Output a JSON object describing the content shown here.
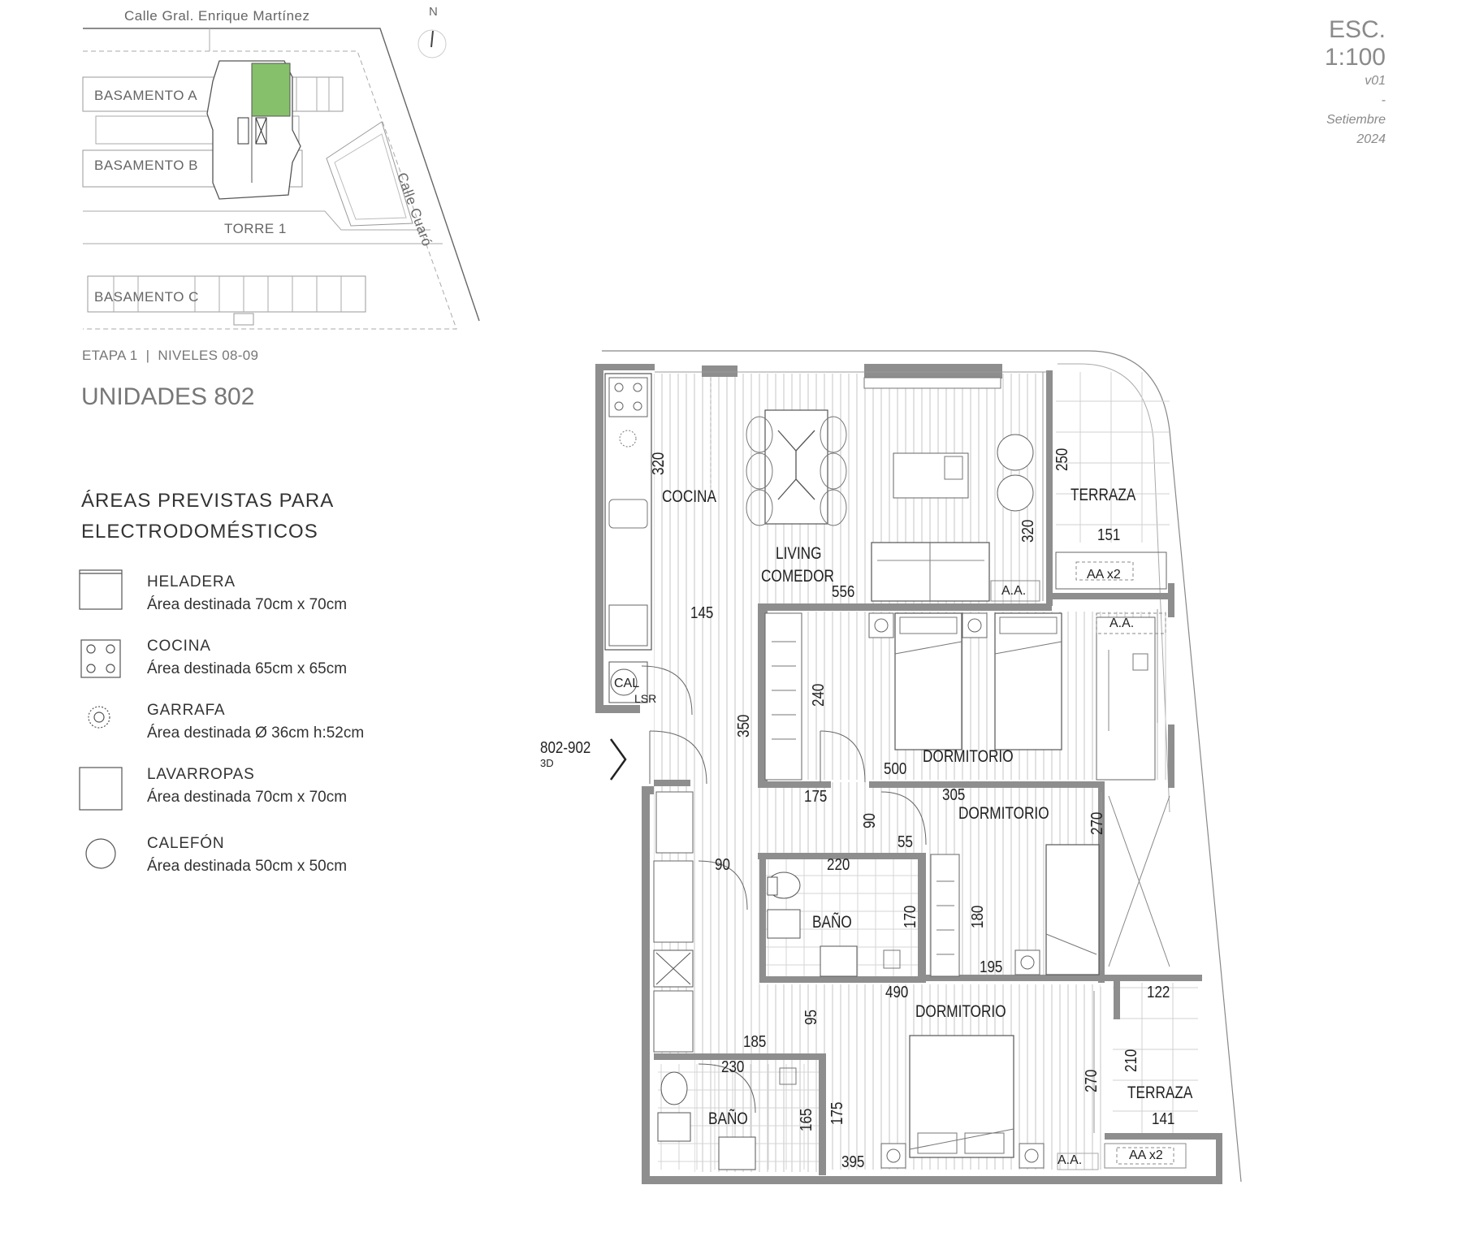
{
  "scale_block": {
    "label": "ESC.",
    "scale": "1:100",
    "version": "v01",
    "separator": "-",
    "month": "Setiembre",
    "year": "2024"
  },
  "site_map": {
    "street_top": "Calle Gral. Enrique Martínez",
    "street_side": "Calle Cuaró",
    "north": "N",
    "basamento_a": "BASAMENTO A",
    "basamento_b": "BASAMENTO B",
    "basamento_c": "BASAMENTO C",
    "torre": "TORRE 1",
    "highlight_color": "#86c06b"
  },
  "header": {
    "etapa": "ETAPA 1  |  NIVELES 08-09",
    "unidades": "UNIDADES 802"
  },
  "legend": {
    "title_line1": "ÁREAS PREVISTAS PARA",
    "title_line2": "ELECTRODOMÉSTICOS",
    "items": [
      {
        "name": "HELADERA",
        "desc": "Área destinada 70cm x 70cm",
        "icon": "fridge-icon"
      },
      {
        "name": "COCINA",
        "desc": "Área destinada 65cm x 65cm",
        "icon": "stove-icon"
      },
      {
        "name": "GARRAFA",
        "desc": "Área destinada Ø 36cm h:52cm",
        "icon": "gas-tank-icon"
      },
      {
        "name": "LAVARROPAS",
        "desc": "Área destinada 70cm x 70cm",
        "icon": "washer-icon"
      },
      {
        "name": "CALEFÓN",
        "desc": "Área destinada 50cm x 50cm",
        "icon": "water-heater-icon"
      }
    ]
  },
  "plan": {
    "entry_label": "802-902",
    "entry_sub": "3D",
    "rooms": {
      "cocina": "COCINA",
      "living_1": "LIVING",
      "living_2": "COMEDOR",
      "terraza_top": "TERRAZA",
      "dormitorio_1": "DORMITORIO",
      "dormitorio_2": "DORMITORIO",
      "dormitorio_3": "DORMITORIO",
      "bano_1": "BAÑO",
      "bano_2": "BAÑO",
      "terraza_bottom": "TERRAZA"
    },
    "fixtures": {
      "cal": "CAL",
      "lsr": "LSR",
      "aa": "A.A.",
      "aa_x2": "AA x2"
    },
    "dimensions": {
      "d320_kitchen": "320",
      "d145": "145",
      "d556": "556",
      "d250": "250",
      "d320_living": "320",
      "d151": "151",
      "d350": "350",
      "d240": "240",
      "d500": "500",
      "d175_top": "175",
      "d305": "305",
      "d90_v": "90",
      "d55": "55",
      "d270_top": "270",
      "d90_h": "90",
      "d220": "220",
      "d170": "170",
      "d180": "180",
      "d195": "195",
      "d490": "490",
      "d95": "95",
      "d122": "122",
      "d185": "185",
      "d230": "230",
      "d165": "165",
      "d175_bottom": "175",
      "d270_bottom": "270",
      "d210": "210",
      "d141": "141",
      "d395": "395"
    }
  }
}
